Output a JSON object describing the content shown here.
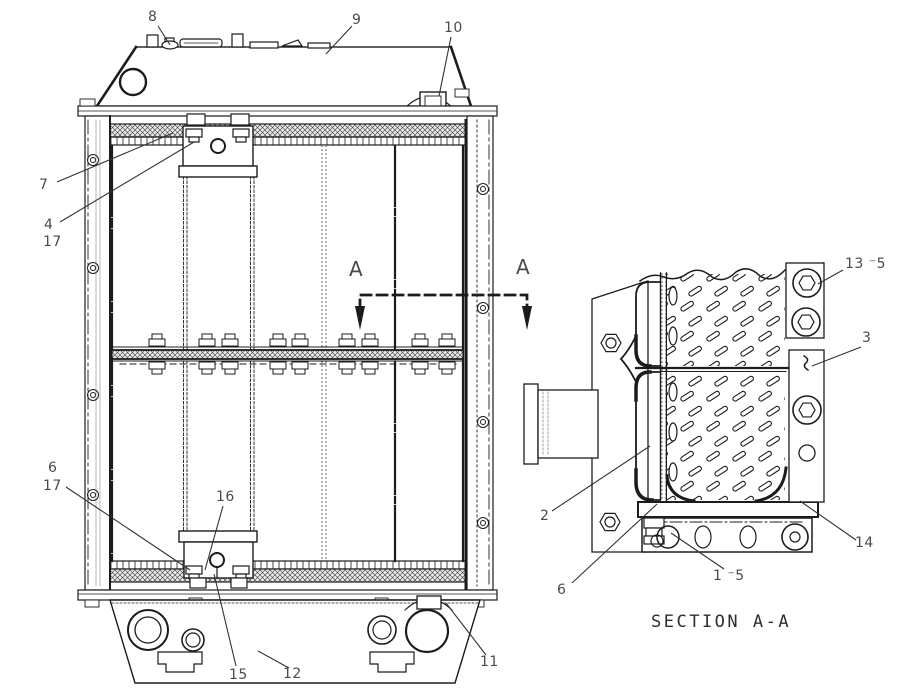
{
  "diagram": {
    "type": "radiator-parts-line-drawing",
    "section_title": "SECTION A-A",
    "cut_letter": "A",
    "colors": {
      "line": "#1c1c1c",
      "label": "#4a4a4a",
      "background": "#ffffff"
    },
    "front_view": {
      "callouts": {
        "c8": "8",
        "c9": "9",
        "c10": "10",
        "c7": "7",
        "c4": "4",
        "c17_upper": "17",
        "c6": "6",
        "c17_lower": "17",
        "c16": "16",
        "c15": "15",
        "c12": "12",
        "c11": "11"
      }
    },
    "section_view": {
      "callouts": {
        "c13_5": "13 ⁻5",
        "c3": "3",
        "c2": "2",
        "c6": "6",
        "c1_5": "1 ⁻5",
        "c14": "14"
      }
    }
  }
}
